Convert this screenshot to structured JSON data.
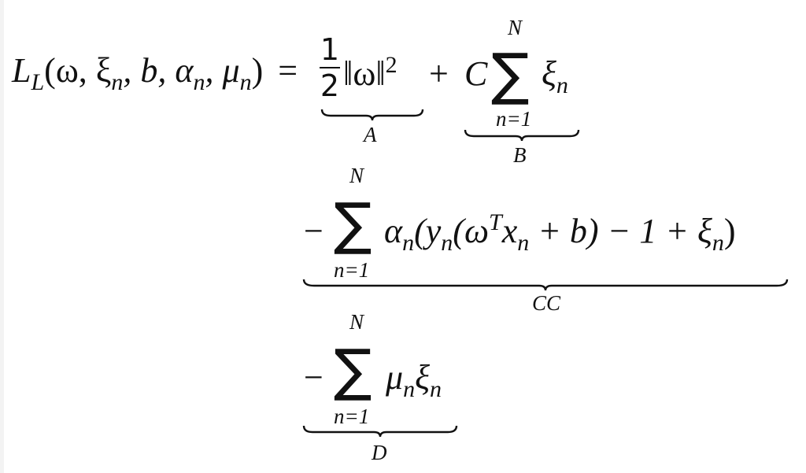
{
  "equation": {
    "lhs": {
      "func": "L",
      "func_sub": "L",
      "args_text": "(ω, ξ",
      "parts": [
        "(ω, ξ",
        "n",
        ", b, α",
        "n",
        ", μ",
        "n",
        ")"
      ],
      "equals": "="
    },
    "term_A": {
      "fraction_num": "1",
      "fraction_den": "2",
      "norm_text": "‖ω‖",
      "power": "2",
      "label": "A"
    },
    "term_B": {
      "operator": "+",
      "coef": "C",
      "sigma": "∑",
      "upper": "N",
      "lower": "n=1",
      "summand": "ξ",
      "summand_sub": "n",
      "label": "B"
    },
    "term_CC": {
      "operator": "−",
      "sigma": "∑",
      "upper": "N",
      "lower": "n=1",
      "summand_parts": [
        "α",
        "n",
        "(y",
        "n",
        "(ω",
        "T",
        "x",
        "n",
        " + b) − 1 + ξ",
        "n",
        ")"
      ],
      "label": "CC"
    },
    "term_D": {
      "operator": "−",
      "sigma": "∑",
      "upper": "N",
      "lower": "n=1",
      "summand_parts": [
        "μ",
        "n",
        "ξ",
        "n"
      ],
      "label": "D"
    }
  }
}
